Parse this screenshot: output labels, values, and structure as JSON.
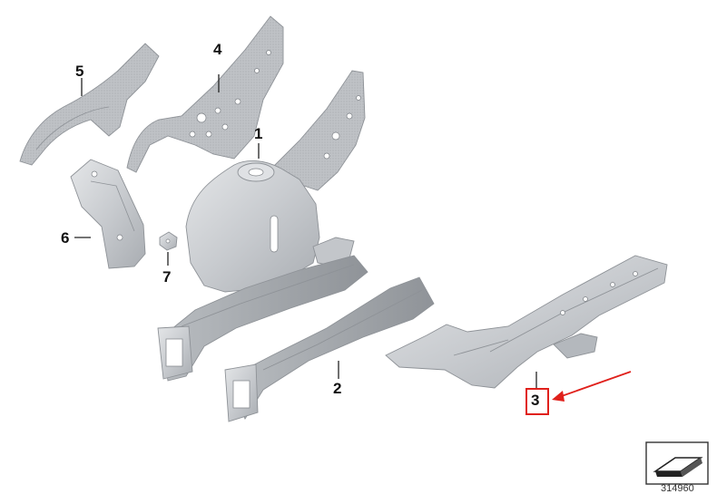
{
  "callouts": [
    {
      "id": "part-1",
      "label": "1"
    },
    {
      "id": "part-2",
      "label": "2"
    },
    {
      "id": "part-3",
      "label": "3"
    },
    {
      "id": "part-4",
      "label": "4"
    },
    {
      "id": "part-5",
      "label": "5"
    },
    {
      "id": "part-6",
      "label": "6"
    },
    {
      "id": "part-7",
      "label": "7"
    }
  ],
  "highlight": {
    "target": "3",
    "color": "#e0201b"
  },
  "footer": {
    "code": "314960"
  },
  "colors": {
    "part": "#cfd2d6",
    "part_shade": "#b4b8bd",
    "part_light": "#e6e8ea",
    "label": "#111111"
  }
}
